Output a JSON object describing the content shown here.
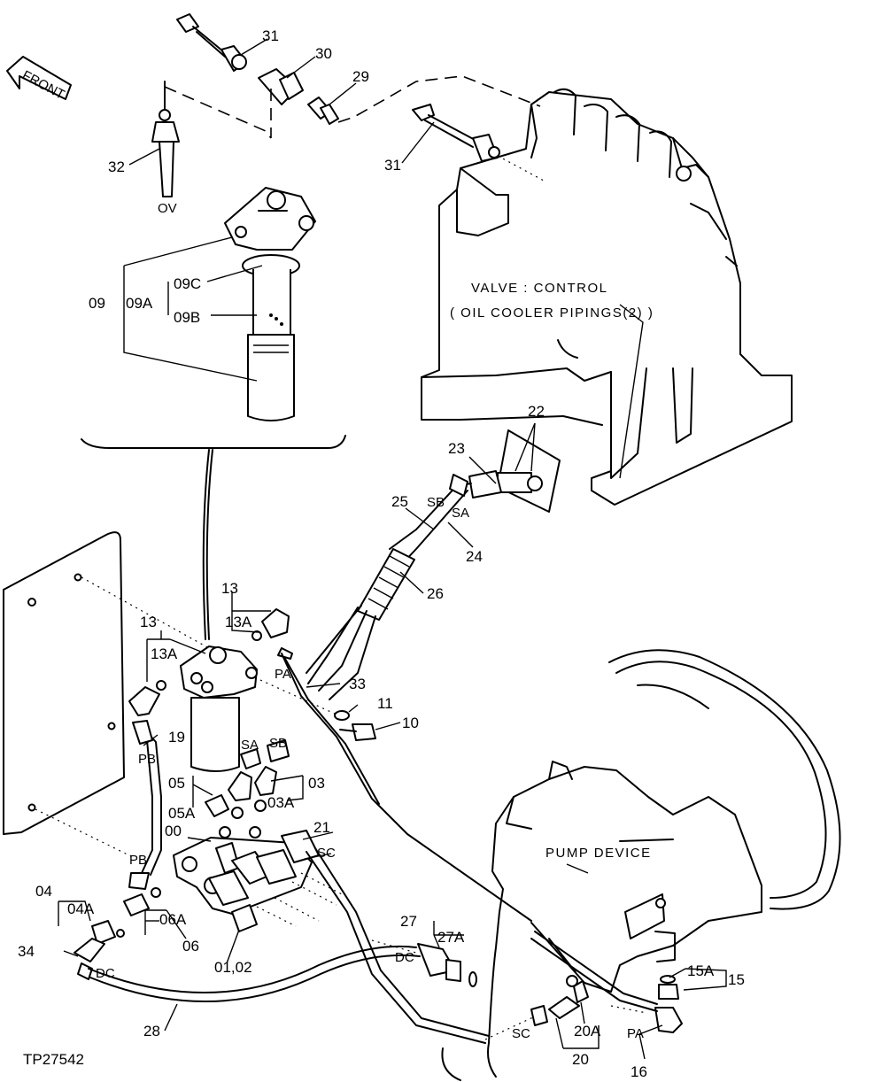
{
  "figure_id": "TP27542",
  "front_marker": "FRONT",
  "valve_caption_line1": "VALVE : CONTROL",
  "valve_caption_line2": "( OIL COOLER PIPINGS(2) )",
  "pump_caption": "PUMP DEVICE",
  "callouts": {
    "c31_top": "31",
    "c30": "30",
    "c29": "29",
    "c31_valve": "31",
    "c32": "32",
    "c32_tag": "OV",
    "c09": "09",
    "c09A": "09A",
    "c09C": "09C",
    "c09B": "09B",
    "c22": "22",
    "c23": "23",
    "c25": "25",
    "tag_sb_hose": "SB",
    "tag_sa_hose": "SA",
    "c24": "24",
    "c26": "26",
    "c13_upper": "13",
    "c13A_upper": "13A",
    "c13_left": "13",
    "c13A_left": "13A",
    "tag_pa_filter": "PA",
    "c33": "33",
    "c11": "11",
    "c10": "10",
    "c19": "19",
    "tag_pb_upper": "PB",
    "tag_sa_block": "SA",
    "tag_sb_block": "SB",
    "c03": "03",
    "c03A": "03A",
    "c05": "05",
    "c05A": "05A",
    "c00": "00",
    "c21": "21",
    "tag_sc_block": "SC",
    "tag_pb_lower": "PB",
    "c04": "04",
    "c04A": "04A",
    "c06A": "06A",
    "c06": "06",
    "c01_02": "01,02",
    "c34": "34",
    "tag_dc_left": "DC",
    "c28": "28",
    "c27": "27",
    "c27A": "27A",
    "tag_dc_mid": "DC",
    "c15A": "15A",
    "c15": "15",
    "tag_sc_pump": "SC",
    "c20A": "20A",
    "c20": "20",
    "tag_pa_pump": "PA",
    "c16": "16"
  },
  "icons": {
    "front_arrow": "front-arrow-icon"
  }
}
